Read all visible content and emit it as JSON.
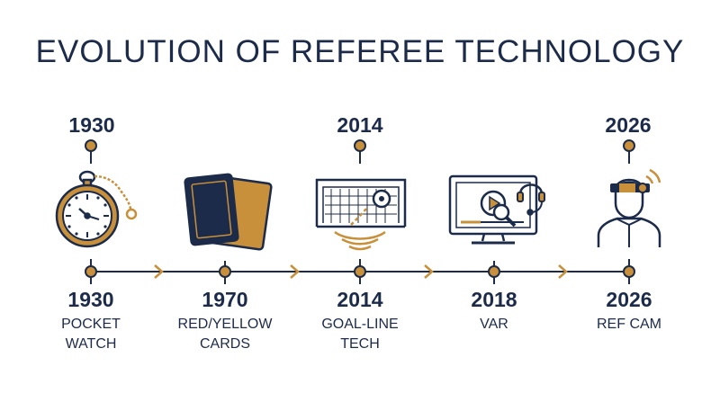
{
  "title": "EVOLUTION OF REFEREE TECHNOLOGY",
  "colors": {
    "navy": "#1c2b4a",
    "gold": "#c8903a"
  },
  "top_years": [
    "1930",
    "2014",
    "2026"
  ],
  "milestones": [
    {
      "year": "1930",
      "line1": "POCKET",
      "line2": "WATCH",
      "icon": "pocket-watch-icon"
    },
    {
      "year": "1970",
      "line1": "RED/YELLOW",
      "line2": "CARDS",
      "icon": "referee-cards-icon"
    },
    {
      "year": "2014",
      "line1": "GOAL-LINE",
      "line2": "TECH",
      "icon": "goal-line-tech-icon"
    },
    {
      "year": "2018",
      "line1": "VAR",
      "line2": "",
      "icon": "var-monitor-icon"
    },
    {
      "year": "2026",
      "line1": "REF CAM",
      "line2": "",
      "icon": "ref-cam-icon"
    }
  ]
}
